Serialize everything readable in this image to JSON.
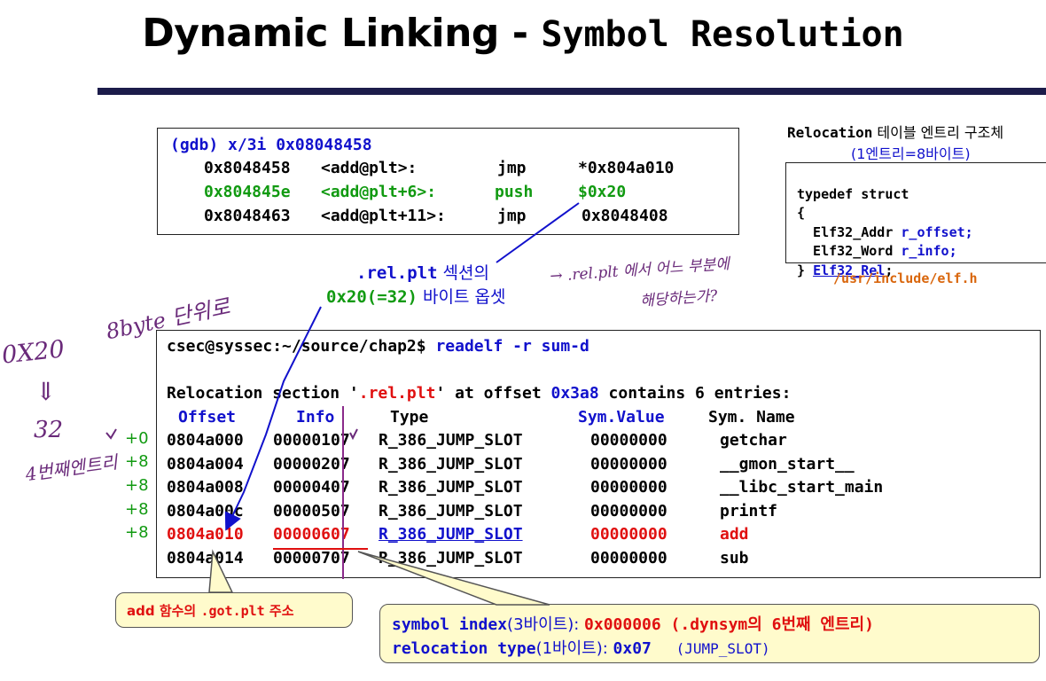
{
  "title": {
    "main": "Dynamic Linking - ",
    "mono": "Symbol Resolution"
  },
  "gdb": {
    "line1": "(gdb) x/3i 0x08048458",
    "rows": [
      {
        "addr": "0x8048458",
        "sym": "<add@plt>:",
        "op": "jmp",
        "arg": "*0x804a010"
      },
      {
        "addr": "0x804845e",
        "sym": "<add@plt+6>:",
        "op": "push",
        "arg": "$0x20"
      },
      {
        "addr": "0x8048463",
        "sym": "<add@plt+11>:",
        "op": "jmp",
        "arg": "0x8048408"
      }
    ]
  },
  "struct_box": {
    "heading_mono": "Relocation",
    "heading_text": " 테이블 엔트리 구조체",
    "subheading": "(1엔트리=8바이트)",
    "lines": [
      "typedef struct",
      "{",
      "  Elf32_Addr ",
      "  Elf32_Word ",
      "} "
    ],
    "r_offset": "r_offset;",
    "r_info": "r_info;",
    "rel_name": "Elf32_Rel",
    "semi": ";",
    "path": "/usr/include/elf.h"
  },
  "rel_plt_label": {
    "l1_mono": ".rel.plt",
    "l1_text": " 섹션의",
    "l2_mono": "0x20(=32)",
    "l2_text": " 바이트 옵셋"
  },
  "readelf": {
    "prompt": "csec@syssec:~/source/chap2$ ",
    "cmd": "readelf -r sum-d",
    "section_pre": "Relocation section '",
    "section_name": ".rel.plt",
    "section_mid": "' at offset ",
    "section_off": "0x3a8",
    "section_post": " contains 6 entries:",
    "headers": {
      "offset": "Offset",
      "info": "Info",
      "type": "Type",
      "symval": "Sym.Value",
      "symname": "Sym. Name"
    },
    "rows": [
      {
        "offset": "0804a000",
        "info": "00000107",
        "type": "R_386_JUMP_SLOT",
        "symval": "00000000",
        "name": "getchar"
      },
      {
        "offset": "0804a004",
        "info": "00000207",
        "type": "R_386_JUMP_SLOT",
        "symval": "00000000",
        "name": "__gmon_start__"
      },
      {
        "offset": "0804a008",
        "info": "00000407",
        "type": "R_386_JUMP_SLOT",
        "symval": "00000000",
        "name": "__libc_start_main"
      },
      {
        "offset": "0804a00c",
        "info": "00000507",
        "type": "R_386_JUMP_SLOT",
        "symval": "00000000",
        "name": "printf"
      },
      {
        "offset": "0804a010",
        "info": "00000607",
        "type": "R_386_JUMP_SLOT",
        "symval": "00000000",
        "name": "add"
      },
      {
        "offset": "0804a014",
        "info": "00000707",
        "type": "R_386_JUMP_SLOT",
        "symval": "00000000",
        "name": "sub"
      }
    ],
    "increments": [
      "+0",
      "+8",
      "+8",
      "+8",
      "+8"
    ]
  },
  "got_callout": {
    "text_pre": "add 함수의 ",
    "text_mono": ".got.plt",
    "text_post": " 주소"
  },
  "info_callout": {
    "l1_mono": "symbol index",
    "l1_text": "(3바이트): ",
    "l1_val": "0x000006 (.dynsym의 6번째 엔트리)",
    "l2_mono": "relocation type",
    "l2_text": "(1바이트): ",
    "l2_val": "0x07",
    "l2_note": "(JUMP_SLOT)"
  },
  "handwriting": {
    "hex": "0X20",
    "arrow": "⇓",
    "dec": "32",
    "unit": "8byte 단위로",
    "entry": "4번째엔트리",
    "q1": "→ .rel.plt 에서 어느 부분에",
    "q2": "해당하는가?"
  }
}
